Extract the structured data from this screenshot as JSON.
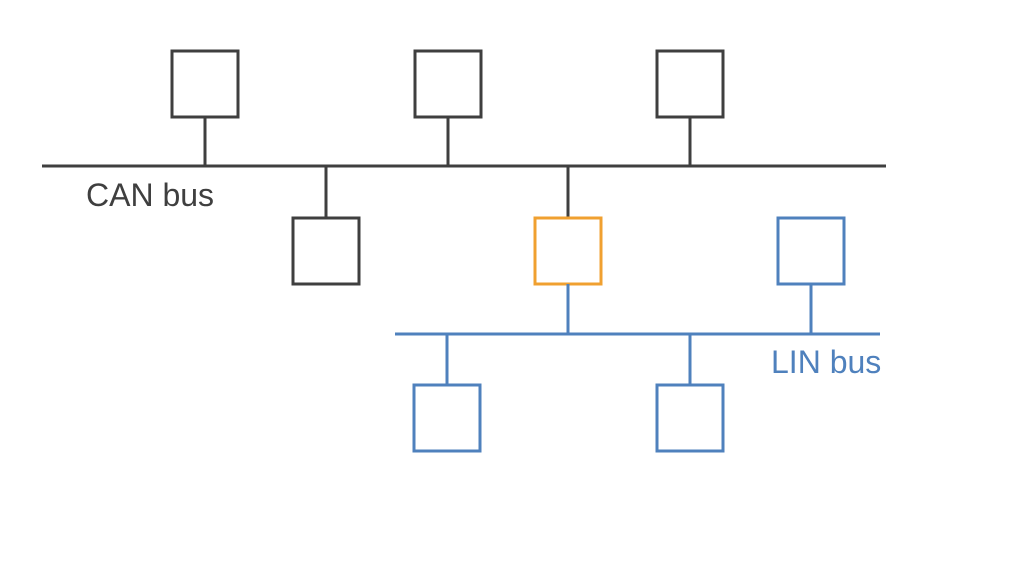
{
  "labels": {
    "can_bus": "CAN bus",
    "lin_bus": "LIN bus"
  },
  "colors": {
    "can": "#3f3f3f",
    "lin": "#4f81bd",
    "gateway": "#f0a030",
    "background": "#ffffff"
  },
  "nodes": {
    "can": [
      {
        "id": "can-node-1",
        "bus": "can"
      },
      {
        "id": "can-node-2",
        "bus": "can"
      },
      {
        "id": "can-node-3",
        "bus": "can"
      },
      {
        "id": "can-node-4",
        "bus": "can"
      }
    ],
    "gateway": {
      "id": "gateway-node",
      "buses": [
        "can",
        "lin"
      ]
    },
    "lin": [
      {
        "id": "lin-node-1",
        "bus": "lin"
      },
      {
        "id": "lin-node-2",
        "bus": "lin"
      },
      {
        "id": "lin-node-3",
        "bus": "lin"
      }
    ]
  }
}
